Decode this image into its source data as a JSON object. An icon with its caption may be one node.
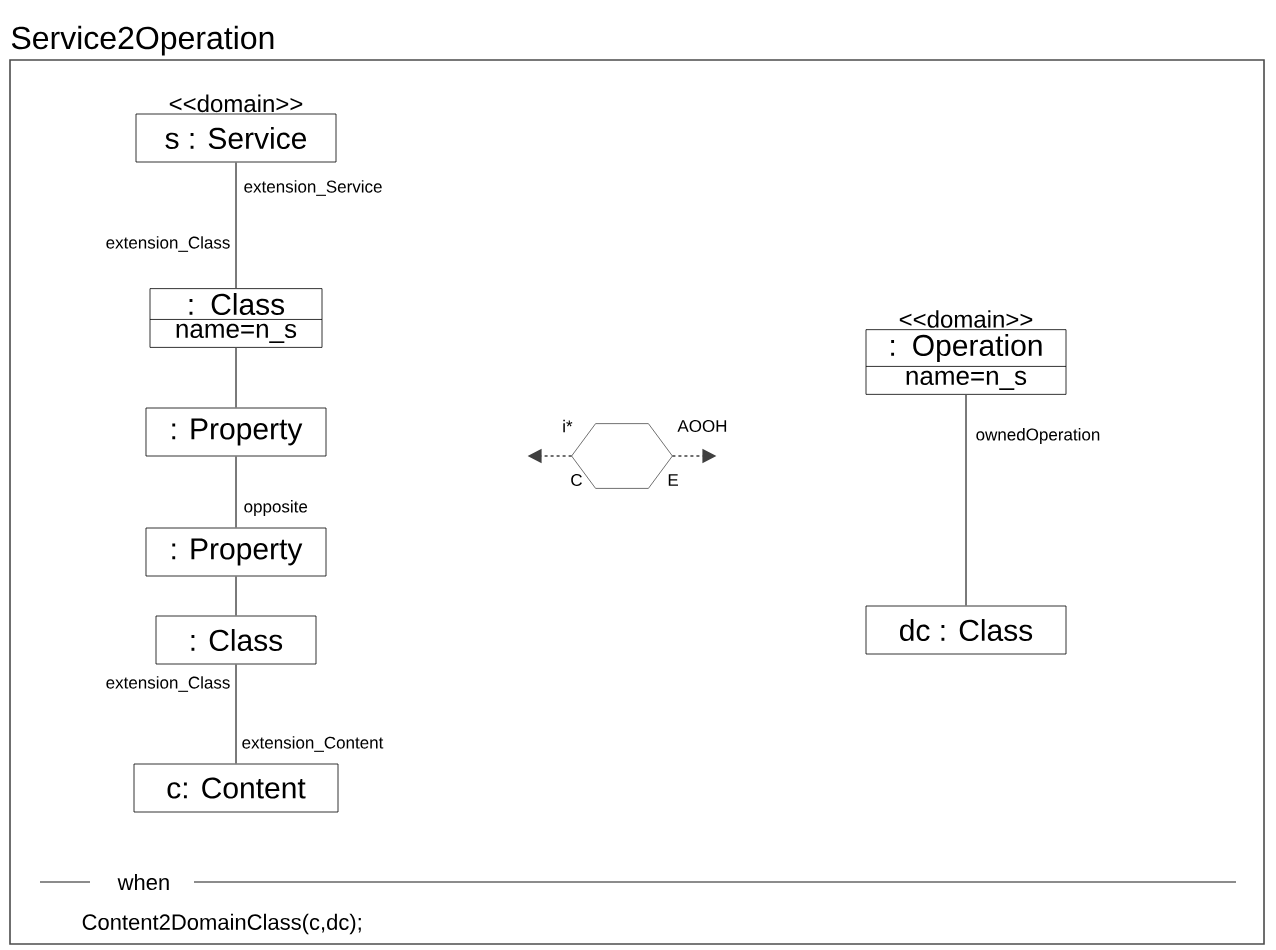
{
  "diagram": {
    "title": "Service2Operation",
    "nodes": [
      {
        "text": [
          "<<domain>>",
          "s : Service"
        ]
      },
      {
        "text": [
          ": Class",
          "name=n_s"
        ]
      },
      {
        "text": [
          ": Property"
        ]
      },
      {
        "text": [
          ": Property"
        ]
      },
      {
        "text": [
          ": Class"
        ]
      },
      {
        "text": [
          "c: Content"
        ]
      },
      {
        "text": [],
        "shape": "hexagon",
        "beside": [
          "i*",
          "C",
          "AOOH",
          "E"
        ]
      },
      {
        "text": [
          "<<domain>>",
          ": Operation",
          "name=n_s"
        ]
      },
      {
        "text": [
          "dc : Class"
        ]
      }
    ],
    "edges": [
      {
        "from": 0,
        "to": 1,
        "arrow": "none",
        "label": "extension_Service"
      },
      {
        "from": 1,
        "to": 2,
        "arrow": "none"
      },
      {
        "from": 2,
        "to": 3,
        "arrow": "none",
        "label": "opposite"
      },
      {
        "from": 3,
        "to": 4,
        "arrow": "none"
      },
      {
        "from": 4,
        "to": 5,
        "arrow": "none",
        "label": "extension_Class"
      },
      {
        "from": 7,
        "to": 8,
        "arrow": "none",
        "label": "ownedOperation"
      },
      {
        "from": 6,
        "to": null,
        "arrow": "to",
        "style": "dashed"
      },
      {
        "from": 6,
        "to": null,
        "arrow": "to",
        "style": "dashed"
      }
    ],
    "labels": [
      "extension_Class",
      "extension_Content",
      "when",
      "Content2DomainClass(c,dc);"
    ]
  }
}
